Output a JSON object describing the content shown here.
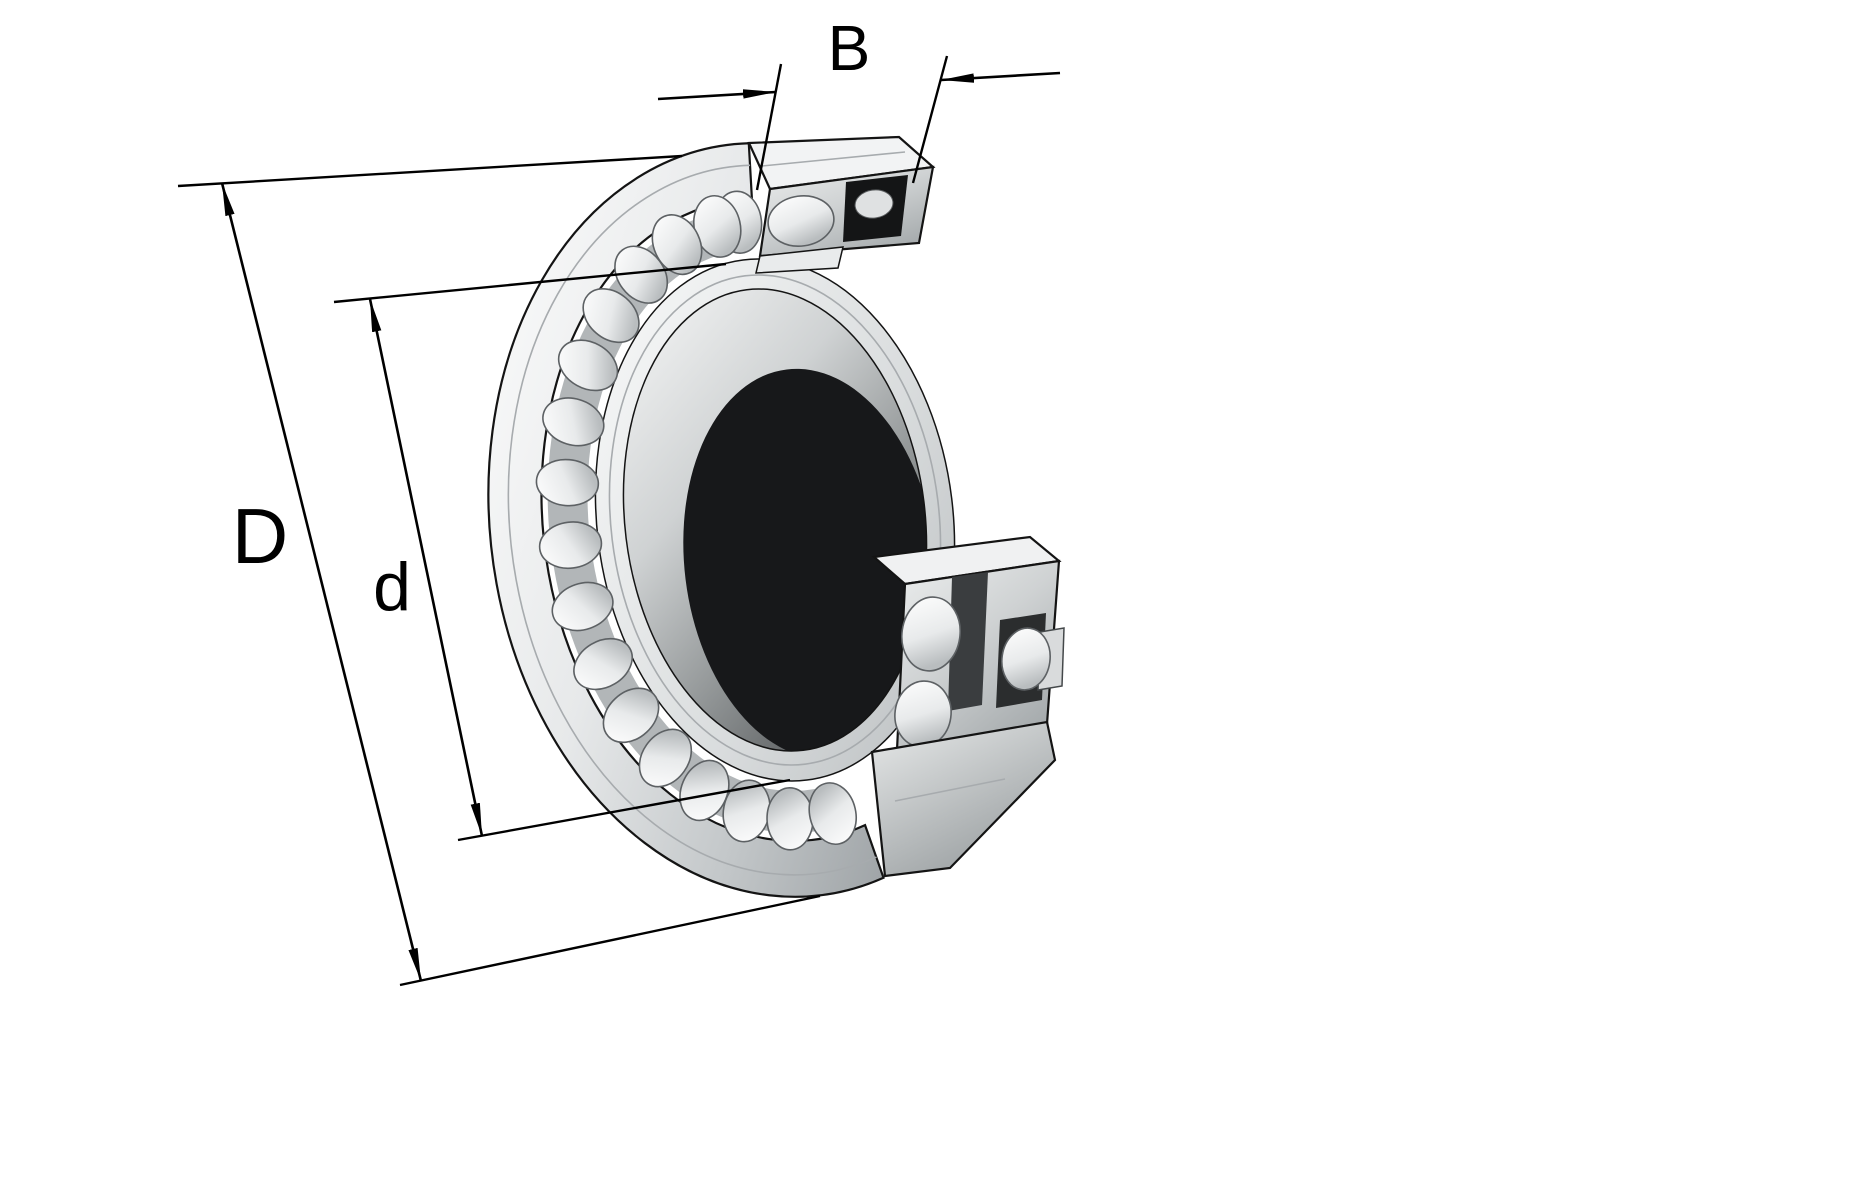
{
  "diagram": {
    "labels": {
      "width": "B",
      "outer_diameter": "D",
      "bore_diameter": "d"
    },
    "colors": {
      "background": "#ffffff",
      "line": "#000000",
      "metal_light": "#f4f5f5",
      "metal_mid": "#c6c9cb",
      "metal_dark": "#7c8184",
      "bore_shadow": "#17181a"
    }
  }
}
